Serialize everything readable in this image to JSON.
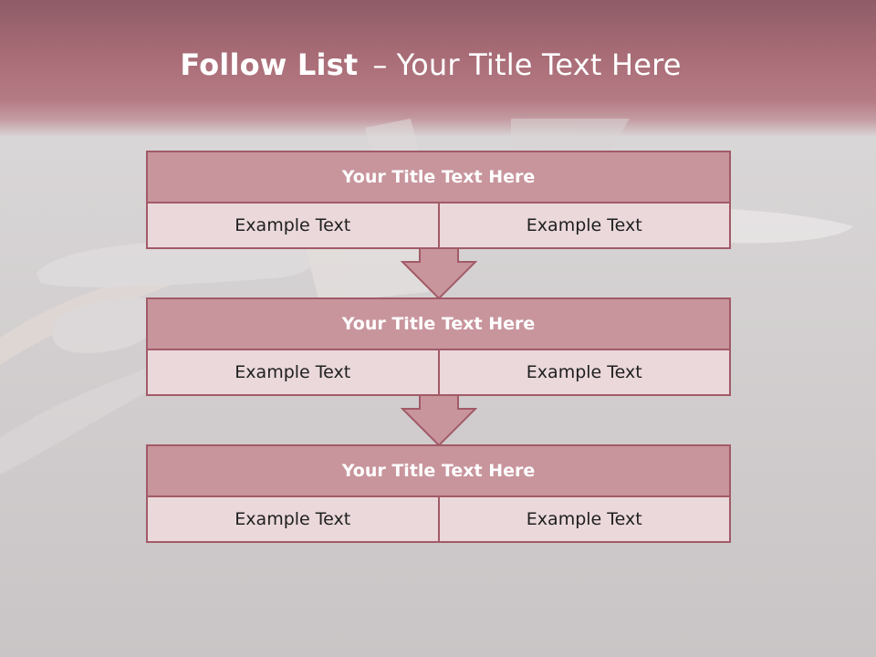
{
  "title": {
    "bold": "Follow List",
    "dash": "–",
    "rest": "Your Title Text Here"
  },
  "blocks": [
    {
      "header": "Your Title Text Here",
      "cells": [
        "Example Text",
        "Example Text"
      ]
    },
    {
      "header": "Your Title Text Here",
      "cells": [
        "Example Text",
        "Example Text"
      ]
    },
    {
      "header": "Your Title Text Here",
      "cells": [
        "Example Text",
        "Example Text"
      ]
    }
  ],
  "colors": {
    "header_band": "#a86c76",
    "block_header": "#c8959d",
    "block_cell": "#ead8db",
    "border": "#a25a67"
  }
}
